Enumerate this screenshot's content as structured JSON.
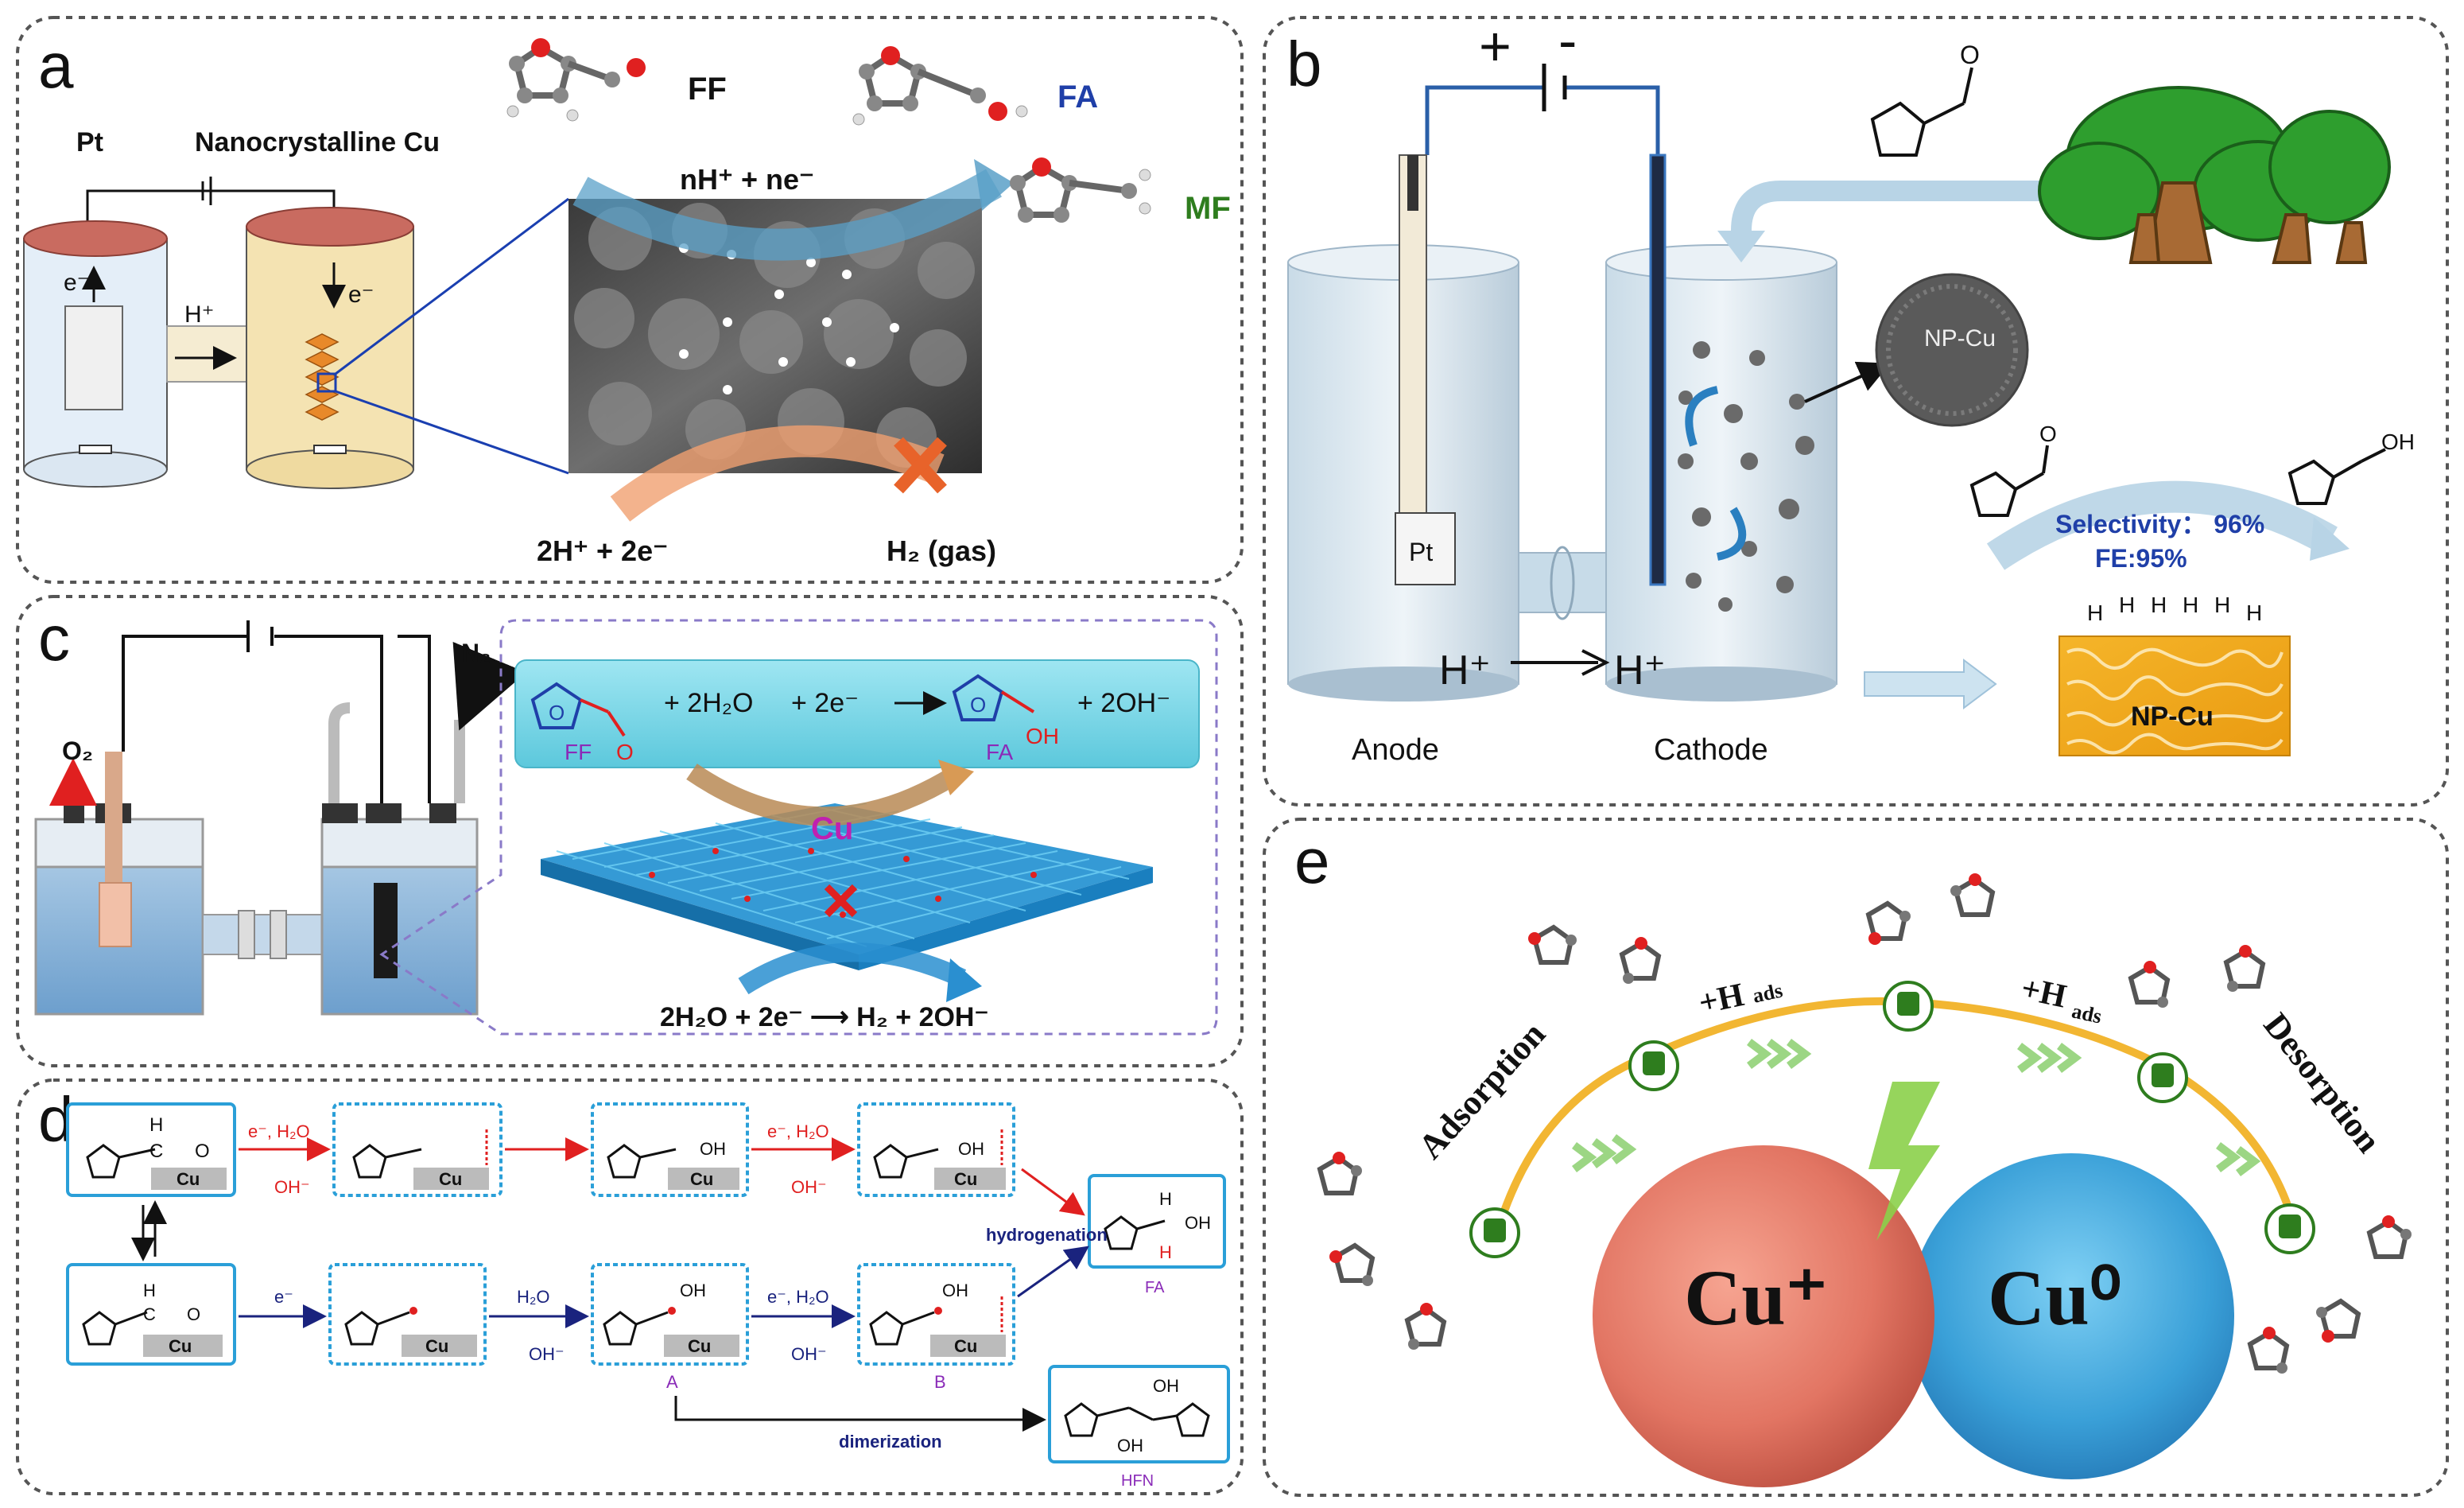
{
  "panels": {
    "a": {
      "letter": "a",
      "electrode_left": "Pt",
      "electrode_right": "Nanocrystalline Cu",
      "electron_left": "e⁻",
      "electron_right": "e⁻",
      "proton": "H⁺",
      "mol_ff": "FF",
      "mol_fa": "FA",
      "mol_mf": "MF",
      "reaction_top": "nH⁺ + ne⁻",
      "reaction_bottom_left": "2H⁺ + 2e⁻",
      "reaction_bottom_right": "H₂ (gas)"
    },
    "b": {
      "letter": "b",
      "plus": "+",
      "minus": "-",
      "pt_label": "Pt",
      "npcu_bubble": "NP-Cu",
      "proton_left": "H⁺",
      "proton_right": "H⁺",
      "anode": "Anode",
      "cathode": "Cathode",
      "selectivity": "Selectivity： 96%",
      "fe": "FE:95%",
      "surface_h": "H",
      "npcu_block": "NP-Cu",
      "aldehyde_o": "O",
      "alcohol_oh": "OH"
    },
    "c": {
      "letter": "c",
      "o2": "O₂",
      "n2": "N₂",
      "ff": "FF",
      "fa": "FA",
      "eq_top_plus1": "+ 2H₂O",
      "eq_top_plus2": "+ 2e⁻",
      "eq_top_product": "+ 2OH⁻",
      "oh_label": "OH",
      "o_label": "O",
      "cu": "Cu",
      "eq_bottom": "2H₂O  +  2e⁻  ⟶  H₂ +  2OH⁻"
    },
    "d": {
      "letter": "d",
      "cu": "Cu",
      "top_arrow1": "e⁻, H₂O",
      "top_oh1": "OH⁻",
      "top_arrow3": "e⁻, H₂O",
      "top_oh3": "OH⁻",
      "hydrogenation": "hydrogenation",
      "bot_arrow1": "e⁻",
      "bot_arrow2": "H₂O",
      "bot_oh2": "OH⁻",
      "bot_arrow3": "e⁻, H₂O",
      "bot_oh3": "OH⁻",
      "label_a": "A",
      "label_b": "B",
      "label_fa": "FA",
      "dimerization": "dimerization",
      "label_hfn": "HFN",
      "atom_h": "H",
      "atom_o": "O",
      "atom_c": "C",
      "atom_oh": "OH"
    },
    "e": {
      "letter": "e",
      "adsorption": "Adsorption",
      "desorption": "Desorption",
      "hads_left": "+H",
      "hads_right": "+H",
      "hads_sub": "ads",
      "cu_plus": "Cu⁺",
      "cu_zero": "Cu⁰"
    }
  },
  "colors": {
    "border": "#555555",
    "blue_text": "#1f3fa8",
    "green_text": "#2e7d1e",
    "purple_text": "#8a2bb8",
    "red": "#e02020",
    "navy": "#1a237e",
    "cu_red": "#e07a6a",
    "cu_blue": "#3aa0d8",
    "tree_green": "#2e9e2e",
    "track_yellow": "#f2b632"
  }
}
